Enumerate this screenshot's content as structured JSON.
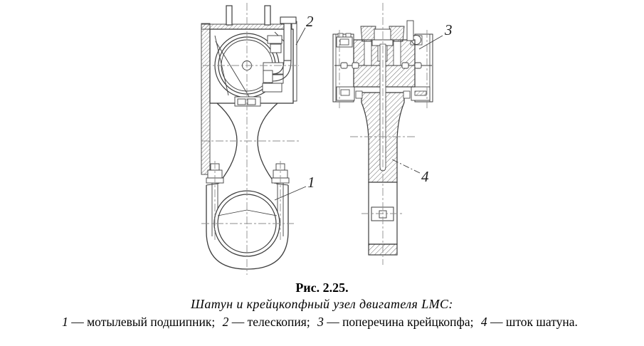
{
  "figure": {
    "label": "Рис. 2.25.",
    "title": "Шатун и крейцкопфный узел двигателя LMC:",
    "legend_items": [
      {
        "num": "1",
        "text": "— мотылевый подшипник;"
      },
      {
        "num": "2",
        "text": "— телескопия;"
      },
      {
        "num": "3",
        "text": "— поперечина крейцкопфа;"
      },
      {
        "num": "4",
        "text": "— шток шатуна."
      }
    ]
  },
  "callouts": {
    "crank_bearing": "1",
    "telescope": "2",
    "crosshead_crossbar": "3",
    "piston_rod": "4"
  },
  "colors": {
    "line": "#3d3d3d",
    "centerline": "#8d8d8d",
    "background": "#ffffff",
    "text": "#000000"
  }
}
